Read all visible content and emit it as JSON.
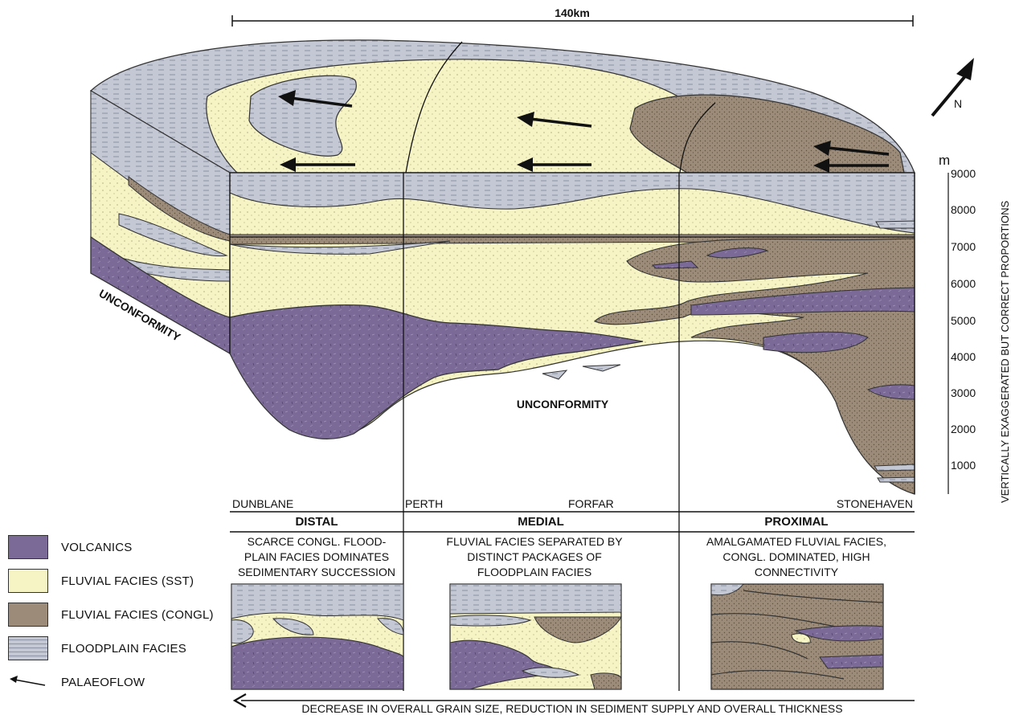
{
  "scale": {
    "label": "140km"
  },
  "north": {
    "label": "N"
  },
  "vertical_axis": {
    "unit": "m",
    "ticks": [
      "9000",
      "8000",
      "7000",
      "6000",
      "5000",
      "4000",
      "3000",
      "2000",
      "1000"
    ],
    "note": "VERTICALLY EXAGGERATED BUT CORRECT PROPORTIONS"
  },
  "labels": {
    "unconformity_left": "UNCONFORMITY",
    "unconformity_center": "UNCONFORMITY"
  },
  "locations": [
    "DUNBLANE",
    "PERTH",
    "FORFAR",
    "STONEHAVEN"
  ],
  "zones": [
    {
      "title": "DISTAL",
      "desc": [
        "SCARCE CONGL. FLOOD-",
        "PLAIN FACIES DOMINATES",
        "SEDIMENTARY SUCCESSION"
      ]
    },
    {
      "title": "MEDIAL",
      "desc": [
        "FLUVIAL FACIES SEPARATED BY",
        "DISTINCT PACKAGES OF",
        "FLOODPLAIN FACIES"
      ]
    },
    {
      "title": "PROXIMAL",
      "desc": [
        "AMALGAMATED FLUVIAL FACIES,",
        "CONGL. DOMINATED, HIGH",
        "CONNECTIVITY"
      ]
    }
  ],
  "trend": "DECREASE IN OVERALL GRAIN SIZE, REDUCTION IN SEDIMENT SUPPLY AND OVERALL THICKNESS",
  "legend": [
    {
      "label": "VOLCANICS",
      "color": "#7b6a97"
    },
    {
      "label": "FLUVIAL FACIES (SST)",
      "color": "#f6f3c4"
    },
    {
      "label": "FLUVIAL FACIES (CONGL)",
      "color": "#9b8b78"
    },
    {
      "label": "FLOODPLAIN FACIES",
      "color": "#c4c8d4"
    },
    {
      "label": "PALAEOFLOW",
      "color": "#111111"
    }
  ]
}
